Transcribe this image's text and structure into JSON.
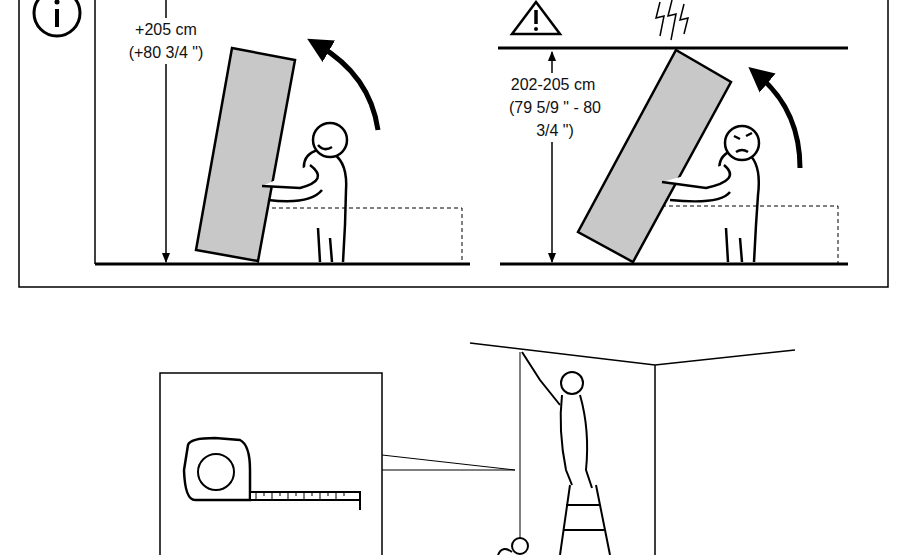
{
  "diagram": {
    "labels": [
      "+205 cm",
      "(+80 3/4 \")",
      "202-205 cm",
      "(79 5/9 \" - 80 3/4 \")"
    ]
  }
}
